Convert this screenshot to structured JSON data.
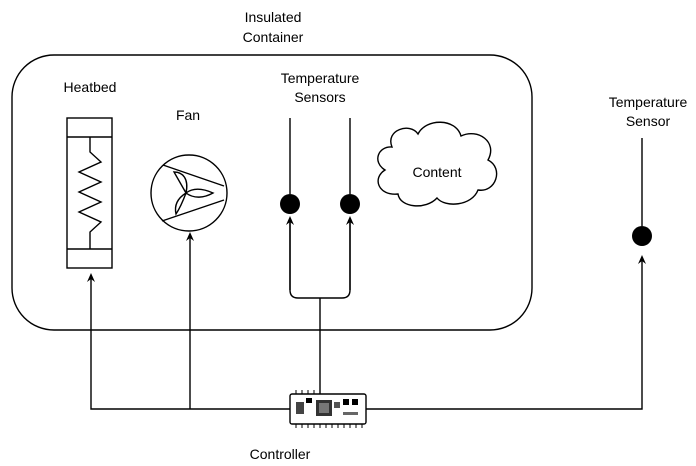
{
  "labels": {
    "container": [
      "Insulated",
      "Container"
    ],
    "heatbed": "Heatbed",
    "fan": "Fan",
    "inner_sensors": [
      "Temperature",
      "Sensors"
    ],
    "content": "Content",
    "outer_sensor": [
      "Temperature",
      "Sensor"
    ],
    "controller": "Controller"
  }
}
